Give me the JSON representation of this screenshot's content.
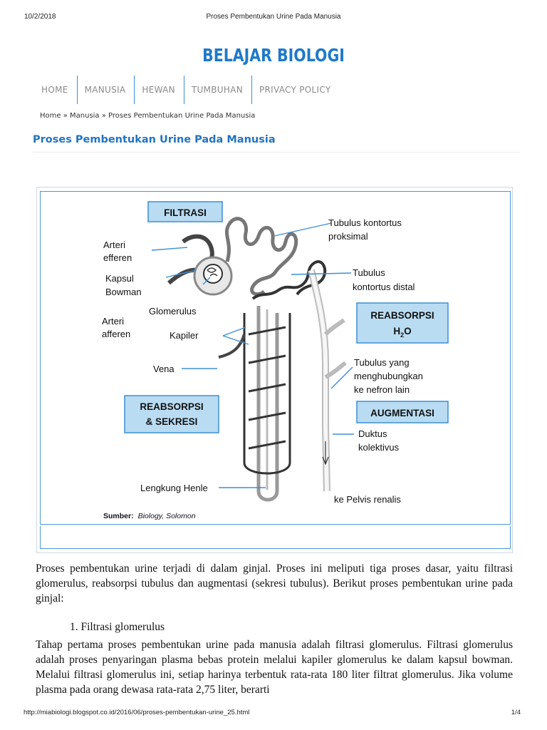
{
  "print_header": {
    "date": "10/2/2018",
    "title": "Proses Pembentukan Urine Pada Manusia"
  },
  "site": {
    "title": "BELAJAR BIOLOGI"
  },
  "nav": {
    "items": [
      "HOME",
      "MANUSIA",
      "HEWAN",
      "TUMBUHAN",
      "PRIVACY POLICY"
    ]
  },
  "breadcrumb": "Home » Manusia » Proses Pembentukan Urine Pada Manusia",
  "post": {
    "title": "Proses Pembentukan Urine Pada Manusia"
  },
  "figure": {
    "boxes": {
      "filtrasi": "FILTRASI",
      "reabsorpsi_h2o_1": "REABSORPSI",
      "reabsorpsi_h2o_2": "H",
      "reabsorpsi_h2o_sub": "2",
      "reabsorpsi_h2o_3": "O",
      "reabsorpsi_sekresi_1": "REABSORPSI",
      "reabsorpsi_sekresi_2": "& SEKRESI",
      "augmentasi": "AUGMENTASI"
    },
    "labels": {
      "arteri_efferen_1": "Arteri",
      "arteri_efferen_2": "efferen",
      "kapsul_bowman_1": "Kapsul",
      "kapsul_bowman_2": "Bowman",
      "arteri_afferen_1": "Arteri",
      "arteri_afferen_2": "afferen",
      "glomerulus": "Glomerulus",
      "kapiler": "Kapiler",
      "vena": "Vena",
      "tubulus_proksimal_1": "Tubulus kontortus",
      "tubulus_proksimal_2": "proksimal",
      "tubulus_distal_1": "Tubulus",
      "tubulus_distal_2": "kontortus distal",
      "tubulus_penghubung_1": "Tubulus yang",
      "tubulus_penghubung_2": "menghubungkan",
      "tubulus_penghubung_3": "ke nefron lain",
      "duktus_1": "Duktus",
      "duktus_2": "kolektivus",
      "lengkung_henle": "Lengkung Henle",
      "pelvis": "ke Pelvis renalis"
    },
    "source_label": "Sumber:",
    "source_value": "Biology, Solomon"
  },
  "body": {
    "p1": "Proses pembentukan urine terjadi di dalam ginjal. Proses ini meliputi tiga proses dasar, yaitu filtrasi glomerulus, reabsorpsi tubulus dan augmentasi (sekresi tubulus). Berikut proses pembentukan urine pada ginjal:",
    "list_item_1": "1.  Filtrasi glomerulus",
    "p2": "Tahap pertama proses pembentukan urine pada manusia adalah filtrasi glomerulus. Filtrasi glomerulus adalah proses penyaringan plasma bebas protein melalui kapiler glomerulus ke dalam kapsul bowman. Melalui filtrasi glomerulus ini, setiap harinya terbentuk rata-rata 180 liter filtrat glomerulus. Jika volume plasma pada orang dewasa rata-rata 2,75 liter, berarti"
  },
  "print_footer": {
    "url": "http://miabiologi.blogspot.co.id/2016/06/proses-pembentukan-urine_25.html",
    "page": "1/4"
  },
  "colors": {
    "site_title": "#1f79c9",
    "post_title": "#2274bf",
    "box_fill": "#b9dcf2",
    "box_border": "#3a8fd3"
  }
}
